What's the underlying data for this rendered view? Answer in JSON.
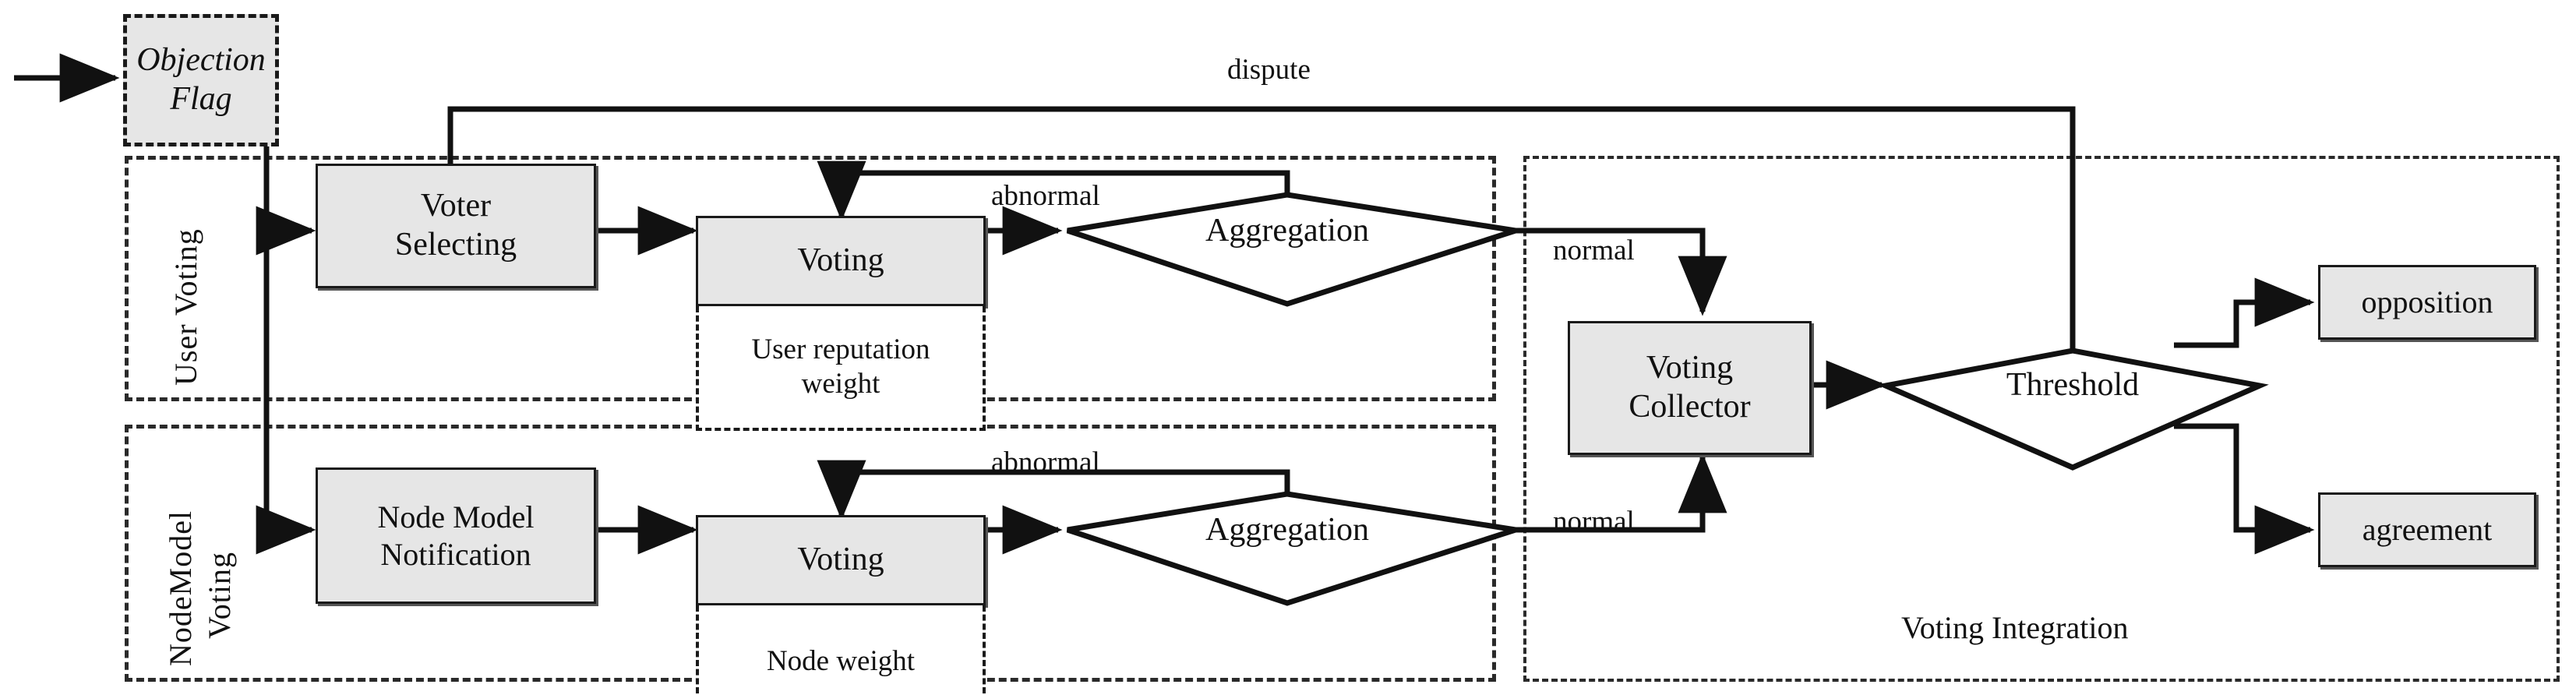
{
  "diagram": {
    "title": "Voting workflow with objection flag, user voting, node model voting and voting integration",
    "colors": {
      "node_fill": "#e6e6e6",
      "stroke": "#1a1a1a",
      "background": "#ffffff"
    }
  },
  "nodes": {
    "objection_flag": {
      "line1": "Objection",
      "line2": "Flag"
    },
    "voter_selecting": {
      "line1": "Voter",
      "line2": "Selecting"
    },
    "user_voting_box": {
      "title": "Voting",
      "sub_line1": "User reputation",
      "sub_line2": "weight"
    },
    "user_aggregation": {
      "label": "Aggregation"
    },
    "node_model_notification": {
      "line1": "Node Model",
      "line2": "Notification"
    },
    "node_voting_box": {
      "title": "Voting",
      "sub_line1": "Node weight",
      "sub_line2": ""
    },
    "node_aggregation": {
      "label": "Aggregation"
    },
    "voting_collector": {
      "line1": "Voting",
      "line2": "Collector"
    },
    "threshold": {
      "label": "Threshold"
    },
    "opposition": {
      "label": "opposition"
    },
    "agreement": {
      "label": "agreement"
    }
  },
  "zones": {
    "user_voting": {
      "label": "User Voting"
    },
    "node_model_voting": {
      "label_line1": "NodeModel",
      "label_line2": "Voting"
    },
    "voting_integration": {
      "label": "Voting Integration"
    }
  },
  "edge_labels": {
    "dispute": "dispute",
    "abnormal_top": "abnormal",
    "abnormal_bottom": "abnormal",
    "normal_top": "normal",
    "normal_bottom": "normal"
  }
}
